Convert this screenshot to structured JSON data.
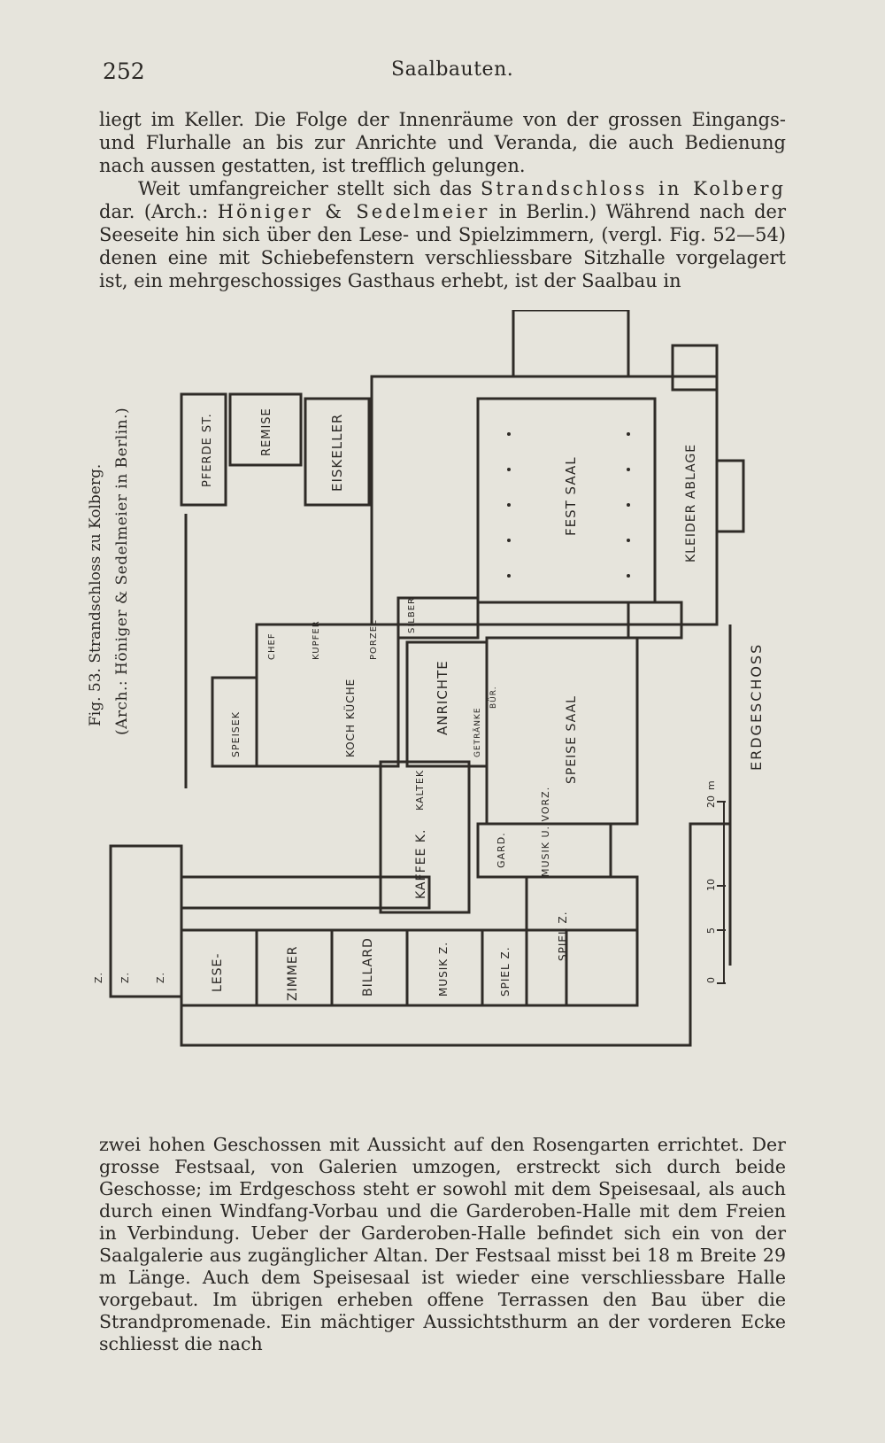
{
  "header": {
    "page_number": "252",
    "title": "Saalbauten."
  },
  "top_paragraphs": {
    "p1": "liegt im Keller. Die Folge der Innenräume von der grossen Eingangs- und Flurhalle an bis zur Anrichte und Veranda, die auch Bedienung nach aussen gestatten, ist trefflich gelungen.",
    "p2_a": "Weit umfangreicher stellt sich das ",
    "p2_b": "Strandschloss in Kolberg",
    "p2_c": " dar. (Arch.: ",
    "p2_d": "Höniger & Sedelmeier",
    "p2_e": " in Berlin.) Während nach der Seeseite hin sich über den Lese- und Spielzimmern, (vergl. Fig. 52—54) denen eine mit Schiebefenstern verschliessbare Sitzhalle vorgelagert ist, ein mehrgeschossiges Gasthaus erhebt, ist der Saalbau in"
  },
  "figure": {
    "caption_line1": "Fig. 53. Strandschloss zu Kolberg.",
    "caption_line2": "(Arch.: Höniger & Sedelmeier in Berlin.)",
    "rooms": {
      "pferde_st": "PFERDE ST.",
      "remise": "REMISE",
      "eiskeller": "EISKELLER",
      "fest_saal": "FEST SAAL",
      "kleider_ablage": "KLEIDER ABLAGE",
      "silber": "SILBER",
      "chef": "CHEF",
      "kupfer": "KUPFER",
      "porzel": "PORZEL",
      "speisek": "SPEISEK",
      "koch_kueche": "KOCH KÜCHE",
      "anrichte": "ANRICHTE",
      "getraenke": "GETRÄNKE",
      "buer": "BÜR.",
      "speise_saal": "SPEISE SAAL",
      "kaltek": "KALTEK",
      "kaffee_k": "KAFFEE K.",
      "gard": "GARD.",
      "musik_u_vorz": "MUSIK U. VORZ.",
      "lese_zimmer_1": "LESE-",
      "lese_zimmer_2": "ZIMMER",
      "billard": "BILLARD",
      "musik_z": "MUSIK Z.",
      "spiel_z_1": "SPIEL Z.",
      "spiel_z_2": "SPIEL Z.",
      "z1": "Z.",
      "z2": "Z.",
      "z3": "Z."
    },
    "floor_label": "ERDGESCHOSS",
    "scale": {
      "ticks": [
        "0",
        "5",
        "10",
        "20"
      ],
      "unit": "m"
    }
  },
  "bottom_paragraph": "zwei hohen Geschossen mit Aussicht auf den Rosengarten errichtet. Der grosse Festsaal, von Galerien umzogen, erstreckt sich durch beide Geschosse; im Erdgeschoss steht er sowohl mit dem Speisesaal, als auch durch einen Windfang-Vorbau und die Garderoben-Halle mit dem Freien in Verbindung. Ueber der Garderoben-Halle befindet sich ein von der Saalgalerie aus zugänglicher Altan. Der Festsaal misst bei 18 m Breite 29 m Länge. Auch dem Speisesaal ist wieder eine verschliessbare Halle vorgebaut. Im übrigen erheben offene Terrassen den Bau über die Strandpromenade. Ein mächtiger Aussichtsthurm an der vorderen Ecke schliesst die nach"
}
